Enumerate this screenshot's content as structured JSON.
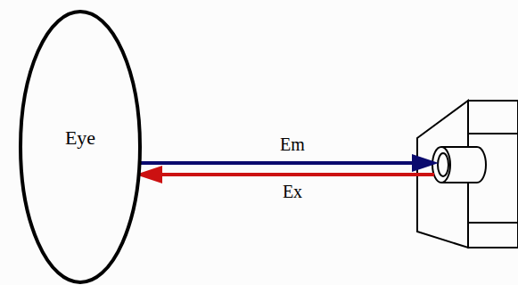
{
  "diagram": {
    "nodes": [
      {
        "text": [
          "Eye"
        ]
      }
    ],
    "labels": [
      "Em",
      "Ex"
    ]
  }
}
